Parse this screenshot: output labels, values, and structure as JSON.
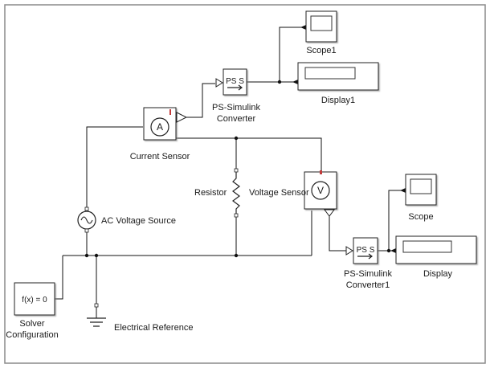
{
  "diagram": {
    "blocks": {
      "scope1": {
        "label": "Scope1"
      },
      "display1": {
        "label": "Display1"
      },
      "ps_converter_top": {
        "label_line1": "PS-Simulink",
        "label_line2": "Converter",
        "glyph": "PS S"
      },
      "current_sensor": {
        "label": "Current Sensor",
        "glyph": "A"
      },
      "resistor": {
        "label": "Resistor"
      },
      "voltage_sensor": {
        "label": "Voltage Sensor",
        "glyph": "V"
      },
      "ac_source": {
        "label": "AC Voltage Source"
      },
      "scope": {
        "label": "Scope"
      },
      "display": {
        "label": "Display"
      },
      "ps_converter_bottom": {
        "label_line1": "PS-Simulink",
        "label_line2": "Converter1",
        "glyph": "PS S"
      },
      "solver": {
        "label_line1": "Solver",
        "label_line2": "Configuration",
        "glyph": "f(x) = 0"
      },
      "electrical_reference": {
        "label": "Electrical Reference"
      }
    }
  }
}
